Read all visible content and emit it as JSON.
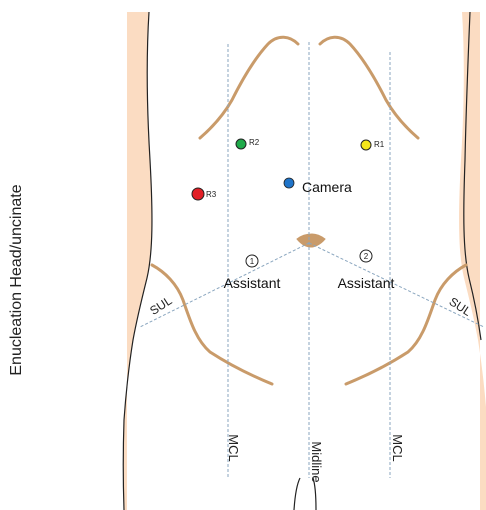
{
  "side_caption": "Enucleation Head/uncinate",
  "colors": {
    "skin": "#fbdcc2",
    "outline": "#222222",
    "muscle_line": "#c99b6a",
    "guide_line": "#8aa6bf"
  },
  "ports": {
    "camera": {
      "label": "Camera",
      "color": "#1f74c9"
    },
    "r1": {
      "label": "R1",
      "color": "#f5e61a"
    },
    "r2": {
      "label": "R2",
      "color": "#1faa4a"
    },
    "r3": {
      "label": "R3",
      "color": "#e21f26"
    }
  },
  "assistant_ports": [
    {
      "number": "1",
      "label": "Assistant"
    },
    {
      "number": "2",
      "label": "Assistant"
    }
  ],
  "guide_labels": {
    "left_mcl": "MCL",
    "midline": "Midline",
    "right_mcl": "MCL",
    "left_sul": "SUL",
    "right_sul": "SUL"
  }
}
